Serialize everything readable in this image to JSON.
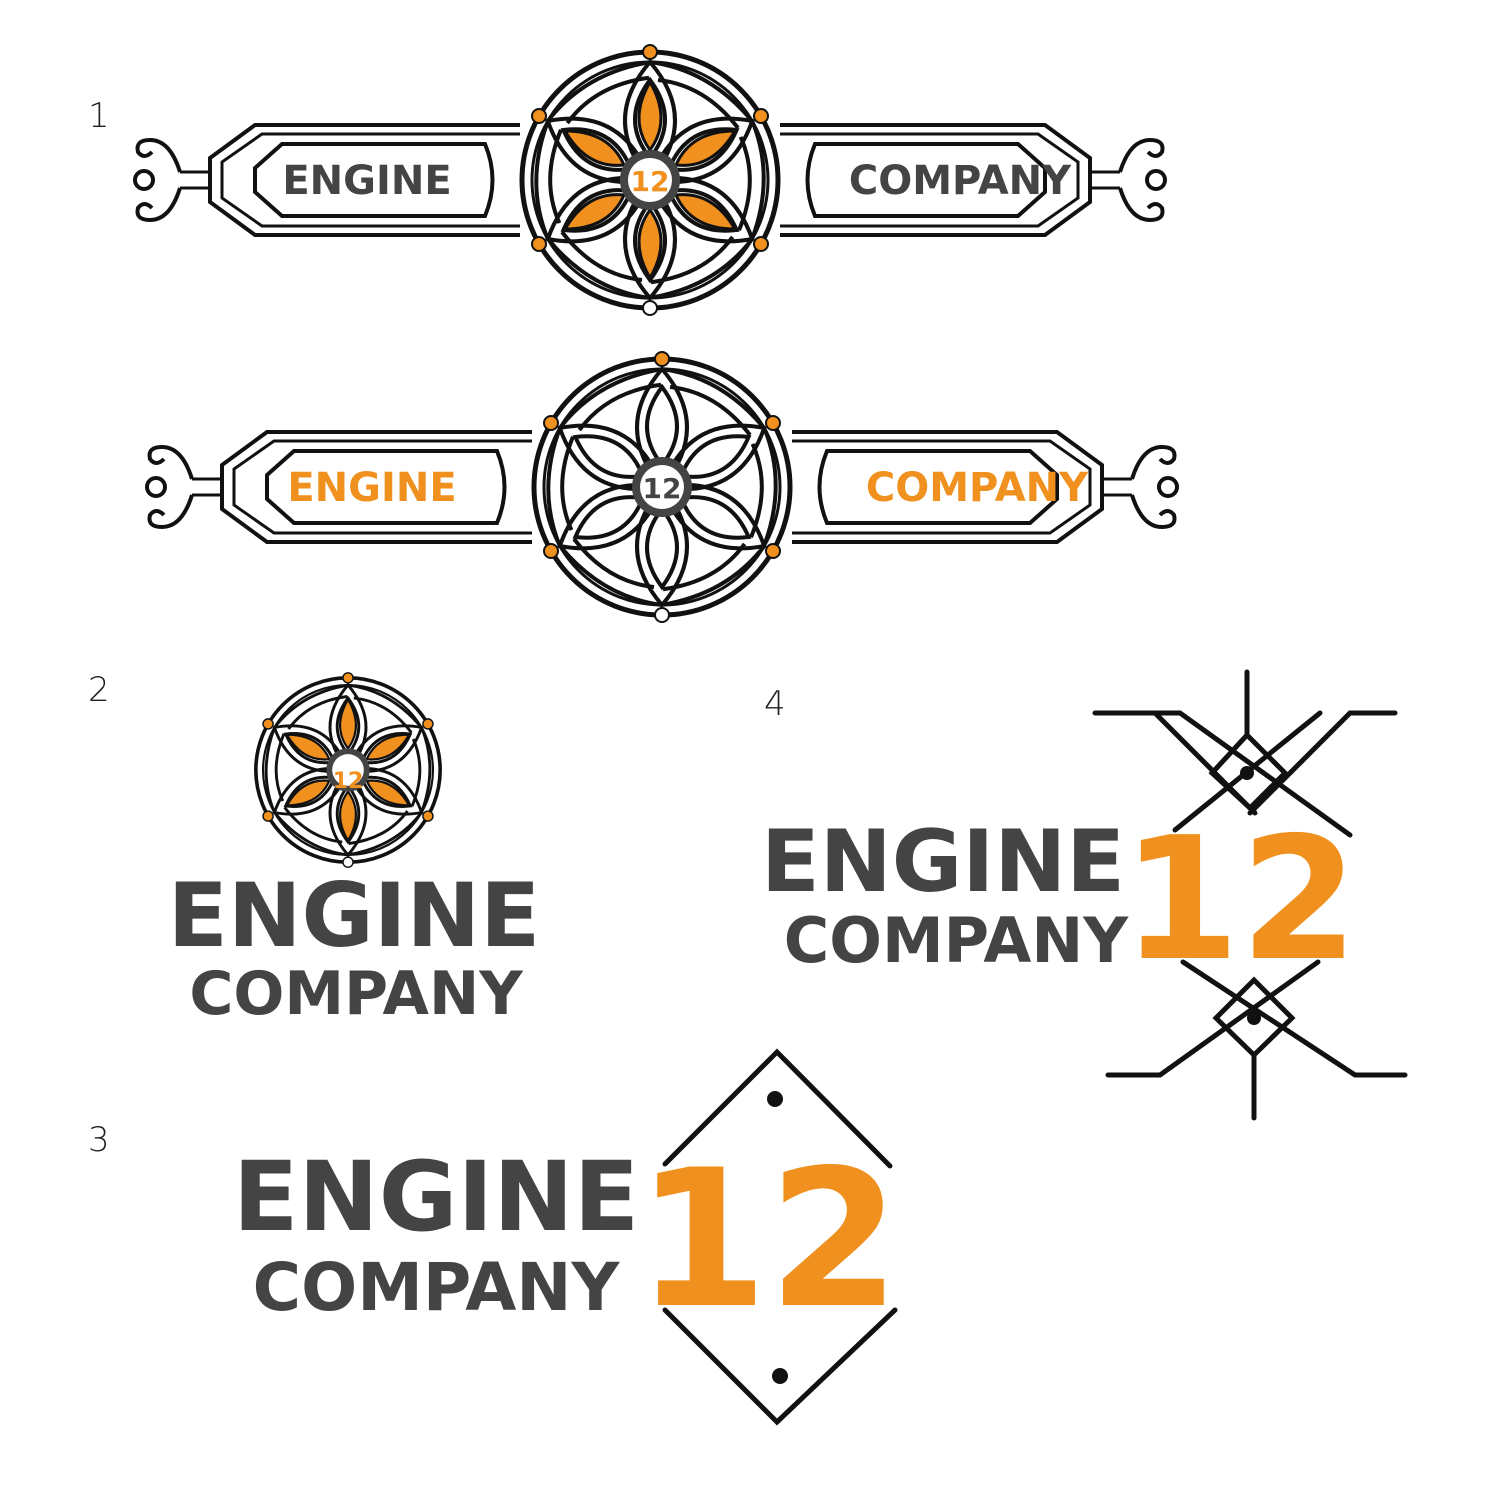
{
  "colors": {
    "dark": "#444444",
    "orange": "#F0901E",
    "ink": "#111111",
    "paper": "#ffffff"
  },
  "options": [
    {
      "number": "1",
      "logos": [
        {
          "left": "ENGINE",
          "right": "COMPANY",
          "emblem": "12",
          "petals": "orange",
          "words": "dark"
        },
        {
          "left": "ENGINE",
          "right": "COMPANY",
          "emblem": "12",
          "petals": "white",
          "words": "orange"
        }
      ]
    },
    {
      "number": "2",
      "line1": "ENGINE",
      "line2": "COMPANY",
      "emblem": "12"
    },
    {
      "number": "3",
      "line1": "ENGINE",
      "line2": "COMPANY",
      "badge": "12"
    },
    {
      "number": "4",
      "line1": "ENGINE",
      "line2": "COMPANY",
      "badge": "12"
    }
  ],
  "icons": [
    "rosette-emblem",
    "scroll-ornament",
    "diamond-frame",
    "crossed-line-ornament"
  ]
}
